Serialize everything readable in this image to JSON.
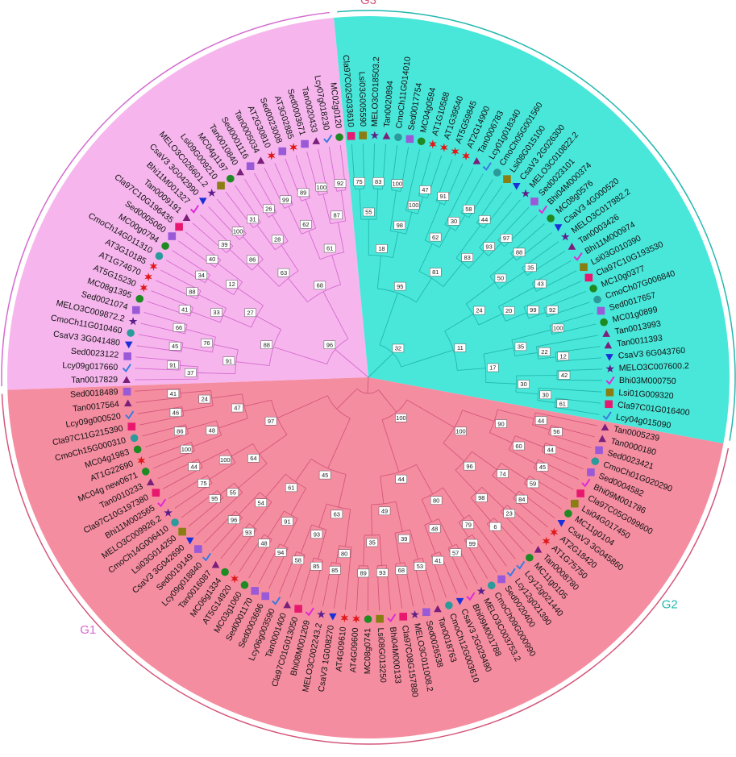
{
  "groups": [
    {
      "name": "G3",
      "color": "#f4879c",
      "line": "#d4577a"
    },
    {
      "name": "G2",
      "color": "#3fe6d8",
      "line": "#22b8ae"
    },
    {
      "name": "G1",
      "color": "#f5b2ec",
      "line": "#d56ad0"
    }
  ],
  "species_markers": {
    "Tan": {
      "shape": "triangle-up",
      "color": "#7a1f7a"
    },
    "Lcy": {
      "shape": "check",
      "color": "#3b7ae0"
    },
    "Cla": {
      "shape": "square",
      "color": "#e8186f"
    },
    "Lsi": {
      "shape": "square",
      "color": "#8a7d12"
    },
    "Bhi": {
      "shape": "check",
      "color": "#e02ad6"
    },
    "MELO": {
      "shape": "star5",
      "color": "#5c1f8a"
    },
    "CsaV3": {
      "shape": "triangle-down",
      "color": "#1a2fd8"
    },
    "MC": {
      "shape": "circle",
      "color": "#1d8a22"
    },
    "Sed": {
      "shape": "square",
      "color": "#9a5ad8"
    },
    "CmoCh": {
      "shape": "circle",
      "color": "#2a9a9a"
    },
    "AT": {
      "shape": "star6",
      "color": "#e01818"
    }
  },
  "leaves": [
    "Tan0017829",
    "Lcy09g017660",
    "Sed0023122",
    "CsaV3_3G041480",
    "CmoCh11G010460",
    "MELO3C009872.2",
    "Sed0021074",
    "MC08g1395",
    "AT5G15230",
    "AT1G74670",
    "AT3G10185",
    "CmoCh14G011310",
    "MC00g0794",
    "Sed0005060",
    "Cla97C10G196435",
    "Tan0009191",
    "Bhi11M001327",
    "CsaV3_3G042990",
    "MELO3C026601.2",
    "Lsi09G009210",
    "MC04g1197",
    "Tan0010840",
    "Sed0001116",
    "Tan0005034",
    "AT2G30810",
    "Sed0023008",
    "AT3G02885",
    "Sed0003671",
    "Tan0020433",
    "Lcy07g018230",
    "MC02g0120",
    "Cla97C02G033610",
    "Lsi03G005590",
    "MELO3C018503.2",
    "Tan0020894",
    "CmoCh11G014010",
    "Sed0017754",
    "MC04g0594",
    "AT1G10588",
    "AT1G39540",
    "AT5G59845",
    "AT2G14900",
    "Tan0006783",
    "Lcy01g018340",
    "CmoCh05G001560",
    "Lsi08G015100",
    "CsaV3_2G026300",
    "MELO3C010822.2",
    "Sed0023101",
    "Bhi04M000374",
    "MC08g0576",
    "CsaV3_4G000520",
    "MELO3C017982.2",
    "Tan0003426",
    "Bhi11M000974",
    "Lsi03G010390",
    "Cla97C10G193530",
    "MC10g0377",
    "CmoCh07G006840",
    "Sed0017657",
    "MC01g0899",
    "Tan0013993",
    "Tan0011393",
    "CsaV3_6G043760",
    "MELO3C007600.2",
    "Bhi03M000750",
    "Lsi01G009320",
    "Cla97C01G016400",
    "Lcy04g015090",
    "Tan0005239",
    "Tan0000180",
    "Sed0023421",
    "CmoCh01G020290",
    "Sed0004582",
    "Bhi09M001786",
    "Cla97C05G099600",
    "Lsi04G017450",
    "MC11g0104",
    "CsaV3_3G045860",
    "AT2G18420",
    "AT1G75750",
    "Tan0008780",
    "MC11g0105",
    "Lcy12g021440",
    "Lcy12g021390",
    "Sed0020400",
    "CmoCh09G000990",
    "MELO3C003753.2",
    "Bhi09M001788",
    "CsaV3_2G029490",
    "CmoCh12G003610",
    "Tan0018763",
    "Sed0026538",
    "MELO3C011008.2",
    "Cla97C08G157880",
    "Bhi04M000133",
    "Lsi08G013250",
    "MC08g0741",
    "AT4G09600",
    "AT4G09610",
    "CsaV3_1G008270",
    "MELO3C002243.2",
    "Bhi08M001209",
    "Cla97C01G013050",
    "Tan0001400",
    "Lcy06g003590",
    "Sed0003696",
    "Sed0001170",
    "MC03g1060",
    "AT5G14920",
    "MC06g1334",
    "Tan0016087",
    "Lcy09g018840",
    "Sed0019149",
    "CsaV3_3G042690",
    "Lsi03G014250",
    "CmoCh14G006410",
    "MELO3C009926.2",
    "Bhi11M002565",
    "Cla97C10G197380",
    "Tan0010233",
    "MC04g_new0671",
    "AT1G22690",
    "MC04g1983",
    "CmoCh15G000310",
    "Cla97C11G215390",
    "Lcy09g000520",
    "Tan0017564",
    "Sed0018489"
  ],
  "bootstrap_values": [
    "91",
    "37",
    "45",
    "66",
    "76",
    "91",
    "41",
    "88",
    "33",
    "34",
    "40",
    "12",
    "27",
    "88",
    "39",
    "100",
    "86",
    "31",
    "26",
    "28",
    "63",
    "99",
    "89",
    "62",
    "100",
    "92",
    "87",
    "61",
    "68",
    "96",
    "75",
    "83",
    "55",
    "100",
    "47",
    "100",
    "98",
    "18",
    "91",
    "58",
    "30",
    "62",
    "44",
    "97",
    "93",
    "83",
    "81",
    "95",
    "88",
    "35",
    "50",
    "43",
    "92",
    "99",
    "20",
    "24",
    "100",
    "12",
    "22",
    "35",
    "42",
    "61",
    "30",
    "30",
    "17",
    "11",
    "32",
    "56",
    "44",
    "44",
    "45",
    "60",
    "90",
    "59",
    "84",
    "74",
    "23",
    "6",
    "98",
    "96",
    "100",
    "99",
    "79",
    "57",
    "41",
    "48",
    "80",
    "53",
    "68",
    "39",
    "93",
    "89",
    "35",
    "49",
    "44",
    "100",
    "85",
    "80",
    "85",
    "58",
    "93",
    "63",
    "94",
    "48",
    "91",
    "93",
    "96",
    "54",
    "61",
    "45",
    "95",
    "55",
    "75",
    "44",
    "100",
    "64",
    "100",
    "86",
    "48",
    "46",
    "41",
    "24",
    "47",
    "97"
  ]
}
